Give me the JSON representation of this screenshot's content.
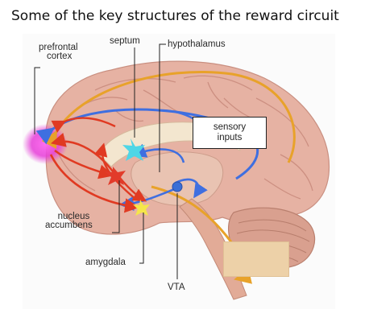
{
  "title": "Some of the key structures of the reward circuit",
  "labels": {
    "prefrontal_cortex": [
      "prefrontal",
      "cortex"
    ],
    "septum": "septum",
    "hypothalamus": "hypothalamus",
    "sensory_inputs": [
      "sensory",
      "inputs"
    ],
    "nucleus_accumbens": [
      "nucleus",
      "accumbens"
    ],
    "amygdala": "amygdala",
    "vta": "VTA"
  },
  "colors": {
    "brain": "#e8b4a4",
    "prefrontal_glow": "#e63dd8",
    "septum_marker": "#4fd6e6",
    "nucleus_accumbens_marker": "#e23b2a",
    "amygdala_marker": "#f5e64a",
    "vta_marker": "#3a6fd6",
    "blue_pathway": "#3f6fe0",
    "red_pathway": "#e03a22",
    "orange_pathway": "#e8a22a",
    "blank_box": "#edd1a8"
  }
}
